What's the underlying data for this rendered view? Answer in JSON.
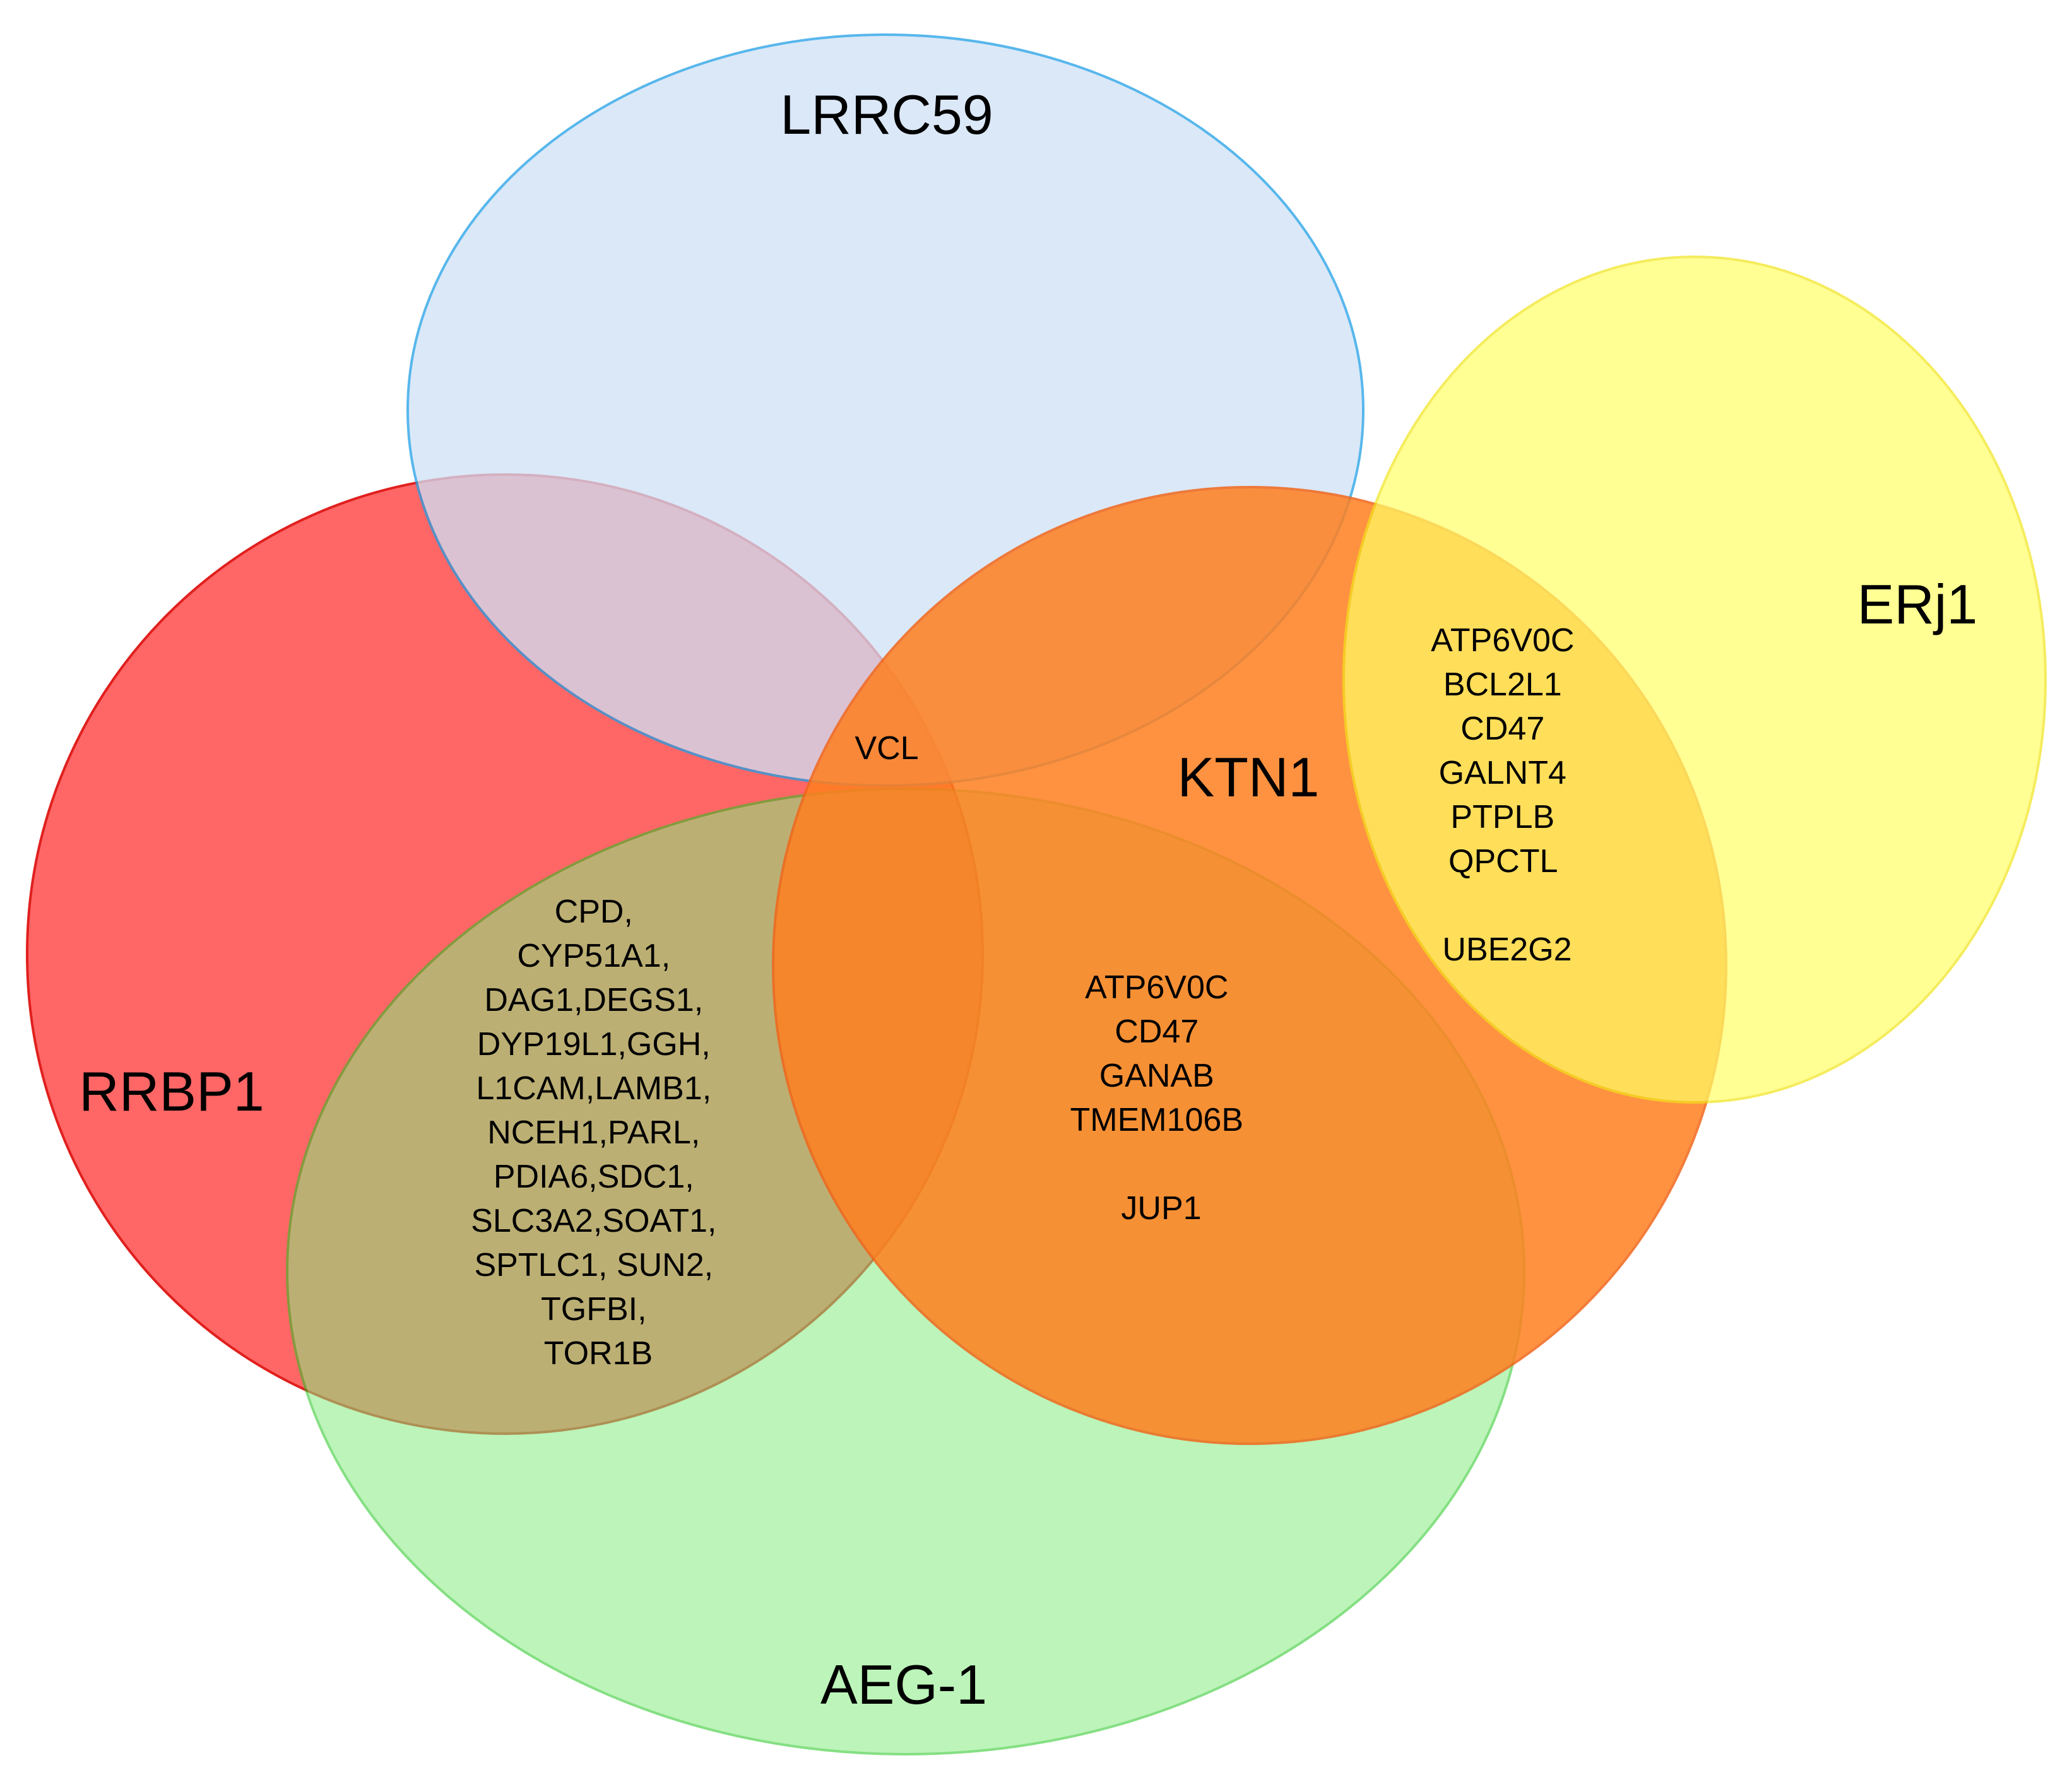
{
  "sets": [
    {
      "key": "rrbp1",
      "label": "RRBP1",
      "fill": "#FF6666",
      "stroke": "#E0201E"
    },
    {
      "key": "lrrc59",
      "label": "LRRC59",
      "fill": "#CFE1F6",
      "stroke": "#1F9FE6"
    },
    {
      "key": "aeg1",
      "label": "AEG-1",
      "fill": "#86EC81",
      "stroke": "#23C61E"
    },
    {
      "key": "ktn1",
      "label": "KTN1",
      "fill": "#FF7F1F",
      "stroke": "#F2661A"
    },
    {
      "key": "erj1",
      "label": "ERj1",
      "fill": "#FFFF66",
      "stroke": "#F2E41A"
    }
  ],
  "regions": {
    "vcl": [
      "VCL"
    ],
    "rrbp1_aeg1": [
      "CPD,",
      "CYP51A1,",
      "DAG1,DEGS1,",
      "DYP19L1,GGH,",
      "L1CAM,LAMB1,",
      "NCEH1,PARL,",
      "PDIA6,SDC1,",
      "SLC3A2,SOAT1,",
      "SPTLC1, SUN2,",
      "TGFBI,",
      "TOR1B"
    ],
    "ktn1_aeg1": [
      "ATP6V0C",
      "CD47",
      "GANAB",
      "TMEM106B",
      "",
      "JUP1"
    ],
    "ktn1_erj1": [
      "ATP6V0C",
      "BCL2L1",
      "CD47",
      "GALNT4",
      "PTPLB",
      "QPCTL",
      "",
      "UBE2G2"
    ]
  }
}
